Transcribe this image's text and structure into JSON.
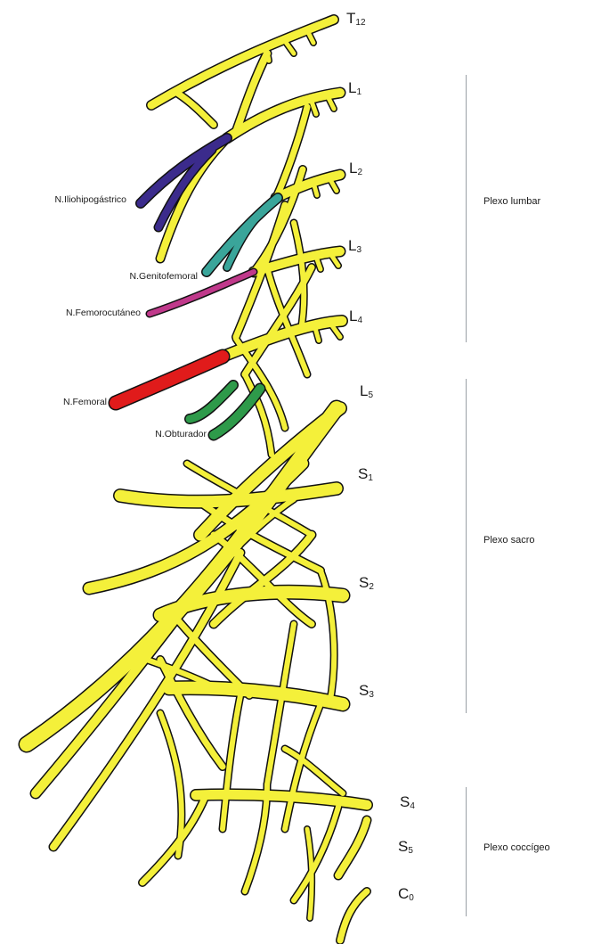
{
  "roots": {
    "T12": {
      "main": "T",
      "sub": "12"
    },
    "L1": {
      "main": "L",
      "sub": "1"
    },
    "L2": {
      "main": "L",
      "sub": "2"
    },
    "L3": {
      "main": "L",
      "sub": "3"
    },
    "L4": {
      "main": "L",
      "sub": "4"
    },
    "L5": {
      "main": "L",
      "sub": "5"
    },
    "S1": {
      "main": "S",
      "sub": "1"
    },
    "S2": {
      "main": "S",
      "sub": "2"
    },
    "S3": {
      "main": "S",
      "sub": "3"
    },
    "S4": {
      "main": "S",
      "sub": "4"
    },
    "S5": {
      "main": "S",
      "sub": "5"
    },
    "Co": {
      "main": "C",
      "sub": "0"
    }
  },
  "branches": {
    "iliohipogastrico": "N.Iliohipogástrico",
    "genitofemoral": "N.Genitofemoral",
    "femorocutaneo": "N.Femorocutáneo",
    "femoral": "N.Femoral",
    "obturador": "N.Obturador"
  },
  "regions": {
    "lumbar": "Plexo lumbar",
    "sacro": "Plexo sacro",
    "coccigeo": "Plexo coccígeo"
  },
  "colors": {
    "nerve_fill": "#f4f03a",
    "outline": "#111111",
    "iliohipogastrico": "#3b2b8c",
    "genitofemoral": "#3aa59a",
    "femorocutaneo": "#c0398b",
    "femoral": "#e01b1b",
    "obturador": "#2e9a4a",
    "divider": "#9aa0a6"
  }
}
